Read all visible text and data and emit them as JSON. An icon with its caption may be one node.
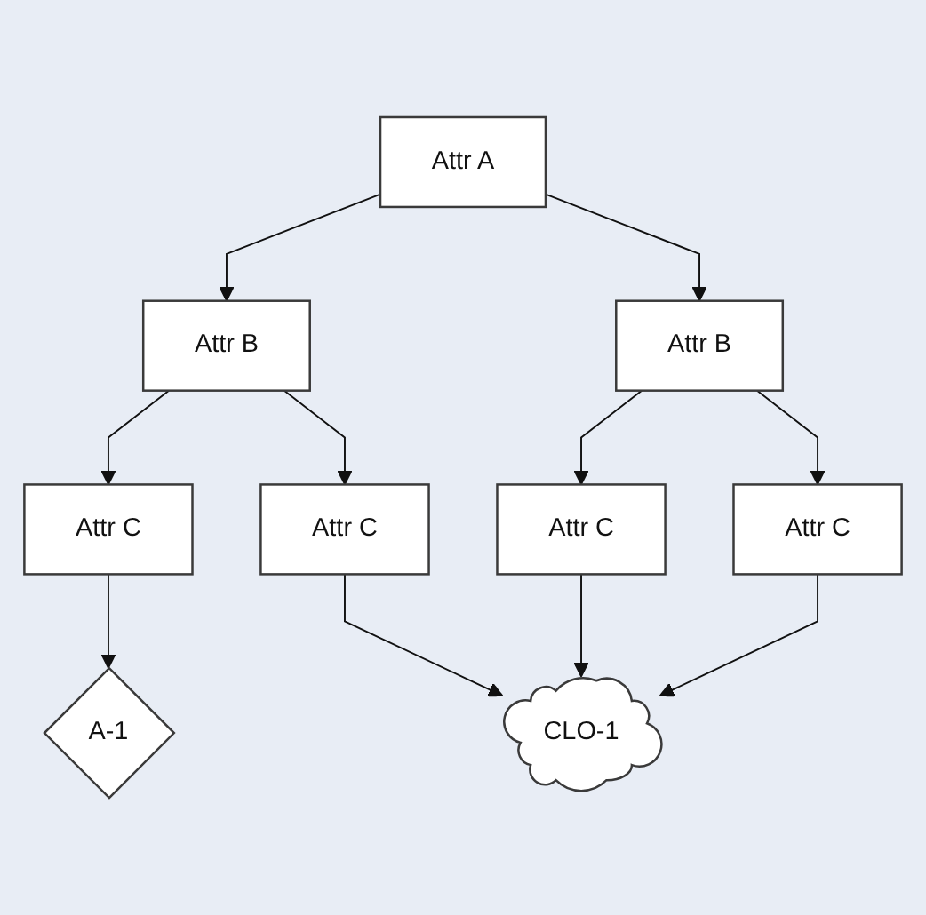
{
  "diagram": {
    "nodes": [
      {
        "text": [
          "Attr A"
        ]
      },
      {
        "text": [
          "Attr B"
        ]
      },
      {
        "text": [
          "Attr B"
        ]
      },
      {
        "text": [
          "Attr C"
        ]
      },
      {
        "text": [
          "Attr C"
        ]
      },
      {
        "text": [
          "Attr C"
        ]
      },
      {
        "text": [
          "Attr C"
        ]
      },
      {
        "text": [
          "A-1"
        ]
      },
      {
        "text": [
          "CLO-1"
        ]
      }
    ],
    "edges": [
      {
        "from": 0,
        "to": 1,
        "arrow": "to"
      },
      {
        "from": 0,
        "to": 2,
        "arrow": "to"
      },
      {
        "from": 1,
        "to": 3,
        "arrow": "to"
      },
      {
        "from": 1,
        "to": 4,
        "arrow": "to"
      },
      {
        "from": 2,
        "to": 5,
        "arrow": "to"
      },
      {
        "from": 2,
        "to": 6,
        "arrow": "to"
      },
      {
        "from": 3,
        "to": 7,
        "arrow": "to"
      },
      {
        "from": 4,
        "to": 8,
        "arrow": "to"
      },
      {
        "from": 5,
        "to": 8,
        "arrow": "to"
      },
      {
        "from": 6,
        "to": 8,
        "arrow": "to"
      }
    ]
  }
}
